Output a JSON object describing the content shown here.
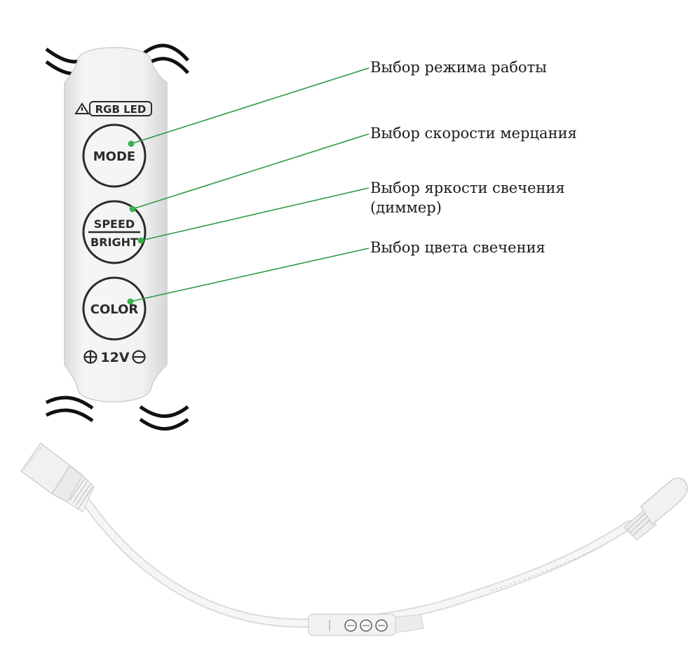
{
  "controller": {
    "brand_label": "RGB LED",
    "buttons": [
      {
        "label_top": "MODE",
        "label_bottom": ""
      },
      {
        "label_top": "SPEED",
        "label_bottom": "BRIGHT"
      },
      {
        "label_top": "COLOR",
        "label_bottom": ""
      }
    ],
    "voltage_label": "12V"
  },
  "callouts": [
    {
      "text": "Выбор режима работы",
      "text2": ""
    },
    {
      "text": "Выбор скорости мерцания",
      "text2": ""
    },
    {
      "text": "Выбор яркости свечения",
      "text2": "(диммер)"
    },
    {
      "text": "Выбор цвета свечения",
      "text2": ""
    }
  ],
  "colors": {
    "leader_line": "#2e9a45",
    "leader_dot": "#36b24d",
    "body": "#f1f1f1",
    "cable": "#111111"
  }
}
